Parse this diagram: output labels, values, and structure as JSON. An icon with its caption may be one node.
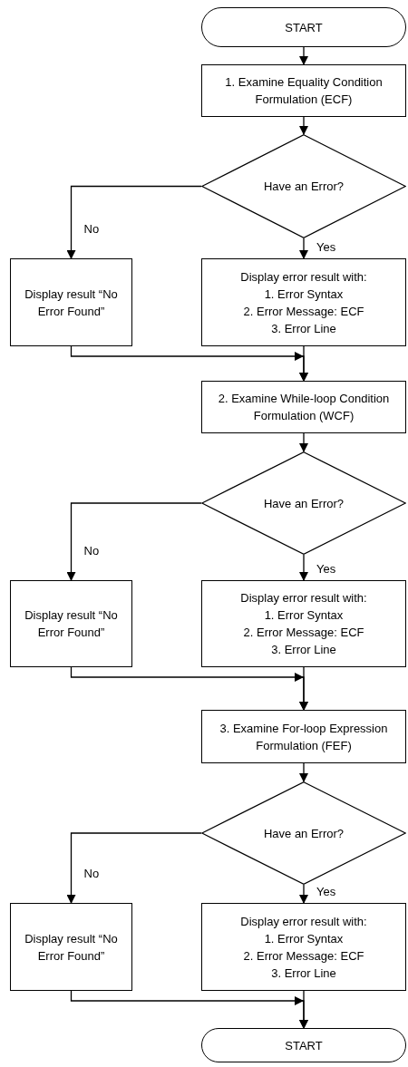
{
  "diagram": {
    "nodes": [
      {
        "text": [
          "START"
        ]
      },
      {
        "text": [
          "1. Examine Equality Condition Formulation (ECF)"
        ]
      },
      {
        "text": [
          "Have an Error?"
        ]
      },
      {
        "text": [
          "Display result “No Error Found”"
        ]
      },
      {
        "text": [
          "Display error result with:",
          "1. Error Syntax",
          "2. Error Message: ECF",
          "3. Error Line"
        ]
      },
      {
        "text": [
          "2. Examine While-loop Condition Formulation (WCF)"
        ]
      },
      {
        "text": [
          "Have an Error?"
        ]
      },
      {
        "text": [
          "Display result “No Error Found”"
        ]
      },
      {
        "text": [
          "Display error result with:",
          "1. Error Syntax",
          "2. Error Message: ECF",
          "3. Error Line"
        ]
      },
      {
        "text": [
          "3. Examine For-loop Expression Formulation (FEF)"
        ]
      },
      {
        "text": [
          "Have an Error?"
        ]
      },
      {
        "text": [
          "Display result “No Error Found”"
        ]
      },
      {
        "text": [
          "Display error result with:",
          "1. Error Syntax",
          "2. Error Message: ECF",
          "3. Error Line"
        ]
      },
      {
        "text": [
          "START"
        ]
      }
    ],
    "edges": [
      {
        "from": 0,
        "to": 1,
        "arrow": "to"
      },
      {
        "from": 1,
        "to": 2,
        "arrow": "to"
      },
      {
        "from": 2,
        "to": 3,
        "arrow": "to",
        "label": "No"
      },
      {
        "from": 2,
        "to": 4,
        "arrow": "to",
        "label": "Yes"
      },
      {
        "from": 3,
        "to": 5,
        "arrow": "to"
      },
      {
        "from": 4,
        "to": 5,
        "arrow": "to"
      },
      {
        "from": 5,
        "to": 6,
        "arrow": "to"
      },
      {
        "from": 6,
        "to": 7,
        "arrow": "to",
        "label": "No"
      },
      {
        "from": 6,
        "to": 8,
        "arrow": "to",
        "label": "Yes"
      },
      {
        "from": 7,
        "to": 9,
        "arrow": "to"
      },
      {
        "from": 8,
        "to": 9,
        "arrow": "to"
      },
      {
        "from": 9,
        "to": 10,
        "arrow": "to"
      },
      {
        "from": 10,
        "to": 11,
        "arrow": "to",
        "label": "No"
      },
      {
        "from": 10,
        "to": 12,
        "arrow": "to",
        "label": "Yes"
      },
      {
        "from": 11,
        "to": 13,
        "arrow": "to"
      },
      {
        "from": 12,
        "to": 13,
        "arrow": "to"
      }
    ]
  }
}
